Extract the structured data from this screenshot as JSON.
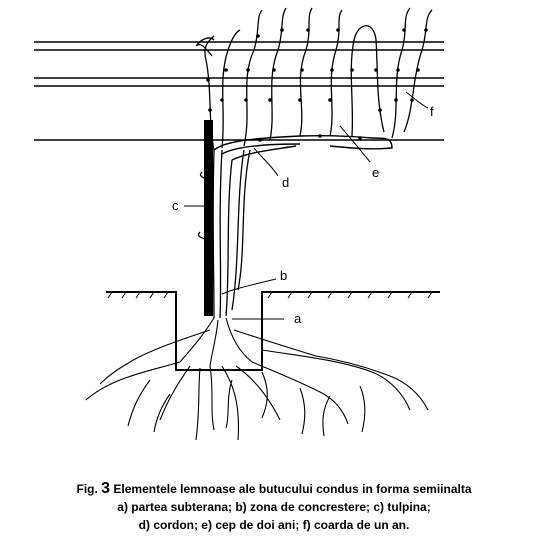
{
  "labels": {
    "a": "a",
    "b": "b",
    "c": "c",
    "d": "d",
    "e": "e",
    "f": "f"
  },
  "caption": {
    "fig_prefix": "Fig.",
    "fig_number": "3",
    "title": "Elementele lemnoase ale butucului condus in forma semiinalta",
    "line2": "a) partea subterana; b) zona de concrestere; c) tulpina;",
    "line3": "d) cordon; e) cep de doi ani; f) coarda de un an."
  },
  "colors": {
    "ink": "#000000",
    "background": "#ffffff"
  }
}
